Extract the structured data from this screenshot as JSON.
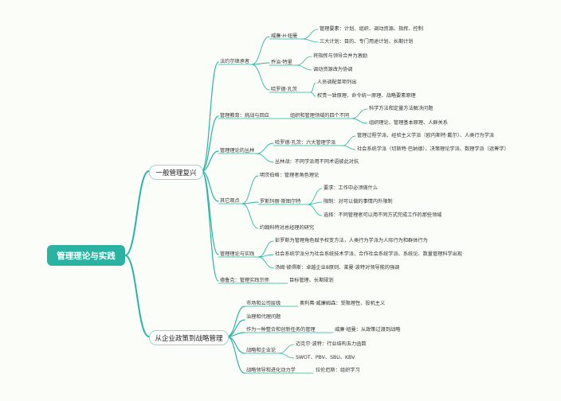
{
  "root": "管理理论与实践",
  "colors": {
    "root_bg": "#2ab3a2",
    "line": "#2ab3a2",
    "node_border": "#9ad6cc"
  },
  "b1": {
    "label": "一般管理复兴",
    "fayol": {
      "label": "法约尔继承者",
      "urwick": {
        "label": "威廉·H·纽曼",
        "c1": "管理要素：计划、组织、调动资源、指挥、控制",
        "c2": "三大计划：目的、专门用途计划、长期计划"
      },
      "miller": {
        "label": "乔治·特里",
        "c1": "将指挥与领导合并为激励",
        "c2": "调动资源改为协调"
      },
      "koontz": {
        "label": "哈罗德·孔茨",
        "c1": "人员调配单项列出",
        "c2": "权责一致原理、命令统一原理、战略要素原理"
      }
    },
    "edu": {
      "label": "管理教育：挑战与回应",
      "mid": "组织和管理领域的四个不同",
      "c1": "科学方法和定量方法解决问题",
      "c2": "组织理论、管理基本原理、人群关系"
    },
    "jungle": {
      "label": "管理理论的丛林",
      "k": {
        "label": "哈罗德·孔茨：六大管理学派",
        "c1": "管理过程学派、经验主义学派（欧内斯特·戴尔）、人类行为学派",
        "c2": "社会系统学派（切斯特·巴纳德）、决策理论学派、数理学派（运筹学）"
      },
      "c": "丛林战：不同学派用不同术语彼此对抗"
    },
    "other": {
      "label": "其它观点",
      "c1": "明茨伯格：管理者角色理论",
      "stewart": {
        "label": "罗斯玛丽·斯图尔特",
        "c1": "要求：工作中必须做什么",
        "c2": "限制：对可以做的事情内外限制",
        "c3": "选择：不同管理者可以用不同方式完成工作的那些领域"
      },
      "c3": "约翰科特对总经理的研究"
    },
    "mgmt": {
      "label": "管理理论与实践",
      "c1": "彭罗斯为管理角色赋予权变方法，人类行为学派为人际行为和群体行为",
      "c2": "社会系统学派分为社会系统技术学派、合作社会系统学派、系统论、数量管理科学出现",
      "c3": "汤姆·彼得斯：卓越企业8原则、莱曼·波特对领导能的强调"
    },
    "drucker": {
      "label": "德鲁克：管理实践宗师",
      "c1": "目标管理、长期规划"
    }
  },
  "b2": {
    "label": "从企业政策到战略管理",
    "market": {
      "label": "市场和公司层级",
      "c1": "奥利弗·威廉姆森：受限理性、投机主义"
    },
    "gov": "治理和代理问题",
    "integ": {
      "label": "作为一种整合和创新任务的管理",
      "c1": "威廉·纽曼：从政策过渡到战略"
    },
    "strat": {
      "label": "战略和企业论",
      "c1": "迈克尔·波特：行业结构五力函数",
      "c2": "SWOT、PBV、SBU、KBV"
    },
    "lead": {
      "label": "战略领导和进化动力学",
      "c1": "拉伦厄斯：组织学习"
    }
  }
}
